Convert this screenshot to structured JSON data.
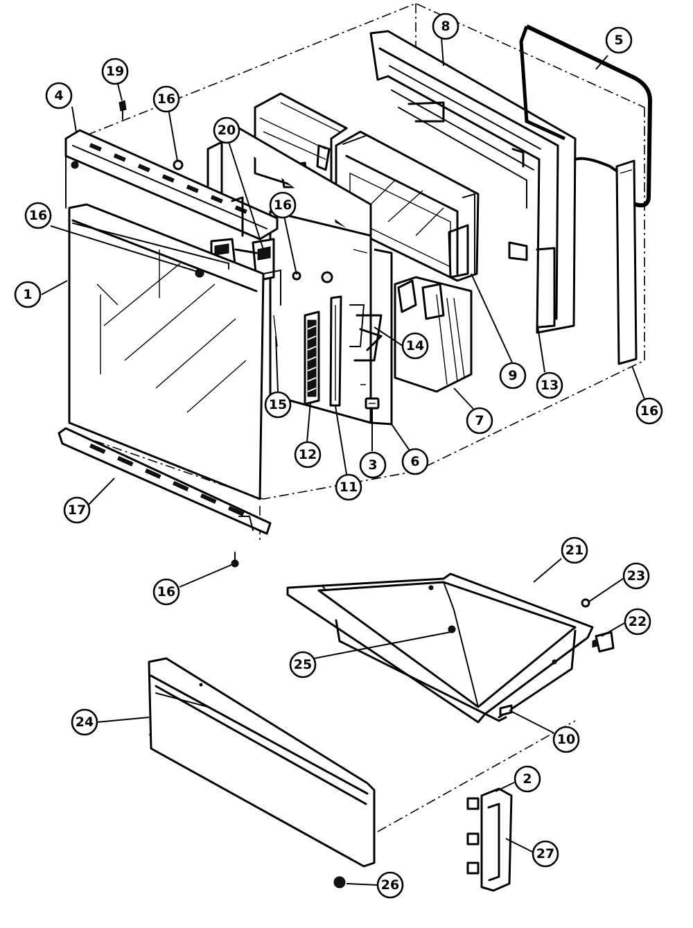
{
  "callouts": [
    {
      "id": "c1",
      "label": "1"
    },
    {
      "id": "c2",
      "label": "2"
    },
    {
      "id": "c3",
      "label": "3"
    },
    {
      "id": "c4",
      "label": "4"
    },
    {
      "id": "c5",
      "label": "5"
    },
    {
      "id": "c6",
      "label": "6"
    },
    {
      "id": "c7",
      "label": "7"
    },
    {
      "id": "c8",
      "label": "8"
    },
    {
      "id": "c9",
      "label": "9"
    },
    {
      "id": "c10",
      "label": "10"
    },
    {
      "id": "c11",
      "label": "11"
    },
    {
      "id": "c12",
      "label": "12"
    },
    {
      "id": "c13",
      "label": "13"
    },
    {
      "id": "c14",
      "label": "14"
    },
    {
      "id": "c15",
      "label": "15"
    },
    {
      "id": "c16a",
      "label": "16"
    },
    {
      "id": "c16b",
      "label": "16"
    },
    {
      "id": "c16c",
      "label": "16"
    },
    {
      "id": "c16d",
      "label": "16"
    },
    {
      "id": "c16e",
      "label": "16"
    },
    {
      "id": "c17",
      "label": "17"
    },
    {
      "id": "c19",
      "label": "19"
    },
    {
      "id": "c20",
      "label": "20"
    },
    {
      "id": "c21",
      "label": "21"
    },
    {
      "id": "c22",
      "label": "22"
    },
    {
      "id": "c23",
      "label": "23"
    },
    {
      "id": "c24",
      "label": "24"
    },
    {
      "id": "c25",
      "label": "25"
    },
    {
      "id": "c26",
      "label": "26"
    },
    {
      "id": "c27",
      "label": "27"
    }
  ]
}
